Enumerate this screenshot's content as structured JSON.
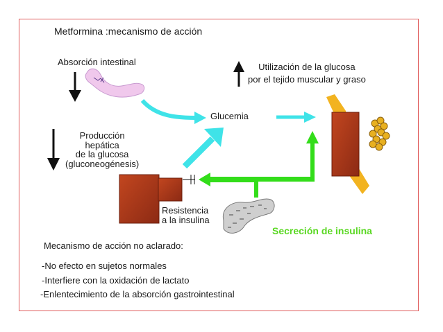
{
  "title": "Metformina :mecanismo de acción",
  "labels": {
    "absorcion": "Absorción intestinal",
    "utilizacion_line1": "Utilización de la glucosa",
    "utilizacion_line2": "por el tejido muscular y graso",
    "glucemia": "Glucemia",
    "produccion_line1": "Producción",
    "produccion_line2": "hepática",
    "produccion_line3": "de la glucosa",
    "produccion_line4": "(gluconeogénesis)",
    "resistencia_line1": "Resistencia",
    "resistencia_line2": "a la insulina",
    "secrecion": "Secreción de insulina"
  },
  "notes": {
    "heading": "Mecanismo de acción no aclarado:",
    "items": [
      "-No efecto en sujetos normales",
      "-Interfiere con la oxidación de lactato",
      "-Enlentecimiento de la absorción gastrointestinal"
    ]
  },
  "colors": {
    "border": "#e05a5a",
    "cyan_arrow": "#3fe3e8",
    "green_arrow": "#33dd1a",
    "organ_brown": "#a8341a",
    "secrecion_text": "#5ad823",
    "fat_yellow": "#e8b020"
  },
  "icons": {
    "arrow_down": "arrow-down-icon",
    "arrow_up": "arrow-up-icon",
    "intestine": "intestine-icon",
    "liver": "liver-icon",
    "pancreas": "pancreas-icon",
    "muscle": "muscle-icon",
    "fat_cells": "fat-cells-icon"
  }
}
